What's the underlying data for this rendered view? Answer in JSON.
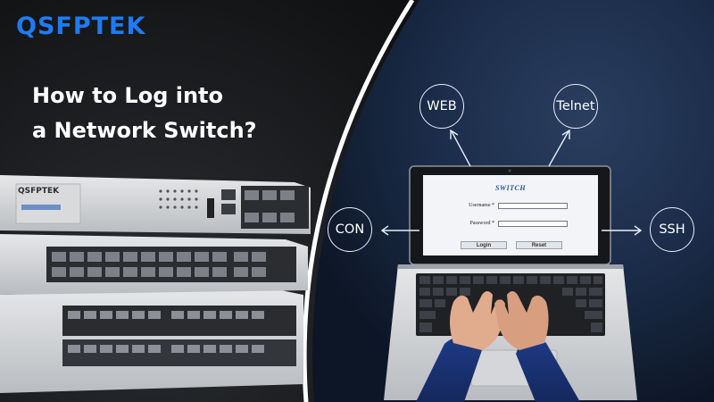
{
  "brand": {
    "logo_text": "QSFPTEK",
    "device_label": "QSFPTEK"
  },
  "headline": {
    "line1": "How to Log into",
    "line2": "a Network Switch?"
  },
  "methods": {
    "web": "WEB",
    "telnet": "Telnet",
    "con": "CON",
    "ssh": "SSH"
  },
  "login_screen": {
    "title": "SWITCH",
    "username_label": "Username *",
    "password_label": "Password *",
    "login_button": "Login",
    "reset_button": "Reset"
  },
  "colors": {
    "brand_blue": "#1f7bf0",
    "panel_navy": "#1a2b47",
    "accent_white": "#ffffff"
  }
}
